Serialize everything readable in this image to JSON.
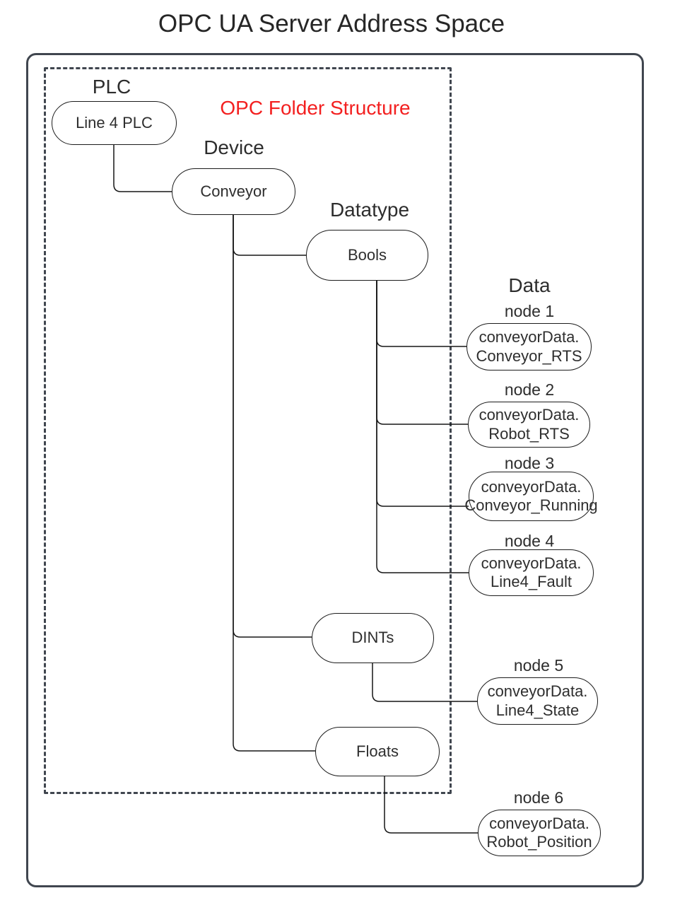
{
  "title": "OPC UA Server Address Space",
  "overlay": {
    "label": "OPC Folder Structure"
  },
  "colors": {
    "accent_red": "#f32020",
    "frame_border": "#40464f",
    "connector": "#161616",
    "text": "#2d2d2d"
  },
  "headers": {
    "plc": "PLC",
    "device": "Device",
    "datatype": "Datatype",
    "data": "Data"
  },
  "tree": {
    "plc": {
      "label": "Line 4 PLC"
    },
    "device": {
      "label": "Conveyor"
    },
    "datatypes": [
      {
        "label": "Bools"
      },
      {
        "label": "DINTs"
      },
      {
        "label": "Floats"
      }
    ],
    "nodes": [
      {
        "id": "node 1",
        "line1": "conveyorData.",
        "line2": "Conveyor_RTS"
      },
      {
        "id": "node 2",
        "line1": "conveyorData.",
        "line2": "Robot_RTS"
      },
      {
        "id": "node 3",
        "line1": "conveyorData.",
        "line2": "Conveyor_Running"
      },
      {
        "id": "node 4",
        "line1": "conveyorData.",
        "line2": "Line4_Fault"
      },
      {
        "id": "node 5",
        "line1": "conveyorData.",
        "line2": "Line4_State"
      },
      {
        "id": "node 6",
        "line1": "conveyorData.",
        "line2": "Robot_Position"
      }
    ]
  }
}
